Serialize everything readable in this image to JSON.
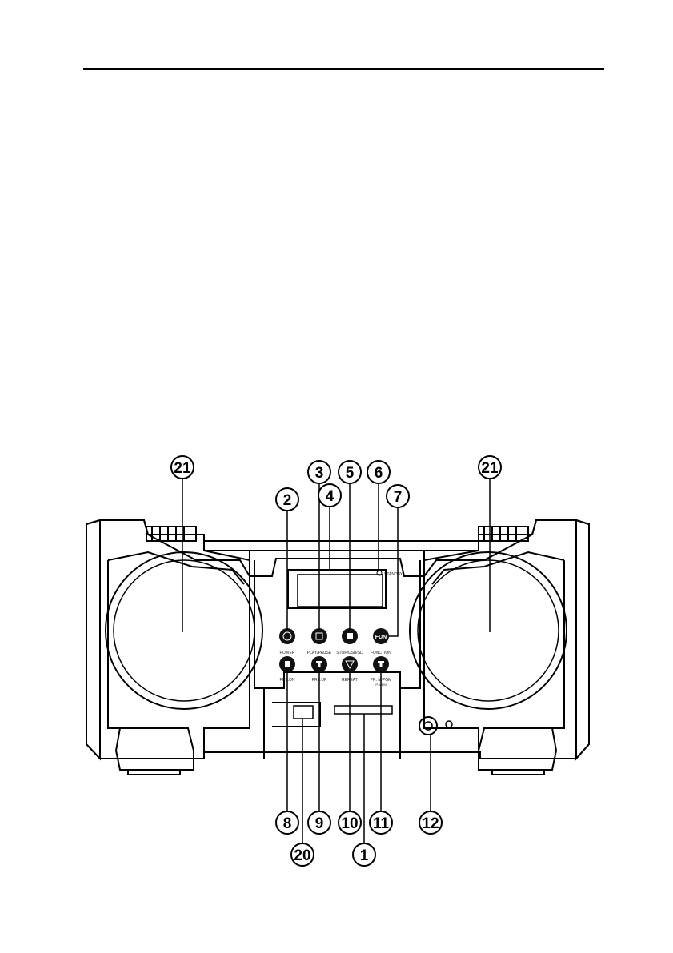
{
  "callouts": {
    "n1": "1",
    "n2": "2",
    "n3": "3",
    "n4": "4",
    "n5": "5",
    "n6": "6",
    "n7": "7",
    "n8": "8",
    "n9": "9",
    "n10": "10",
    "n11": "11",
    "n12": "12",
    "n20": "20",
    "n21a": "21",
    "n21b": "21"
  },
  "labels": {
    "standby": "STANDBY",
    "power": "POWER",
    "play_pause": "PLAY/PAUSE",
    "stop_usb_sd": "STOP/USB/SD",
    "function": "FUNCTION",
    "pre_dn": "PRE.DN",
    "pre_up": "PRE.UP",
    "repeat": "REPEAT",
    "pr_mode": "PR. M/PGM",
    "pr_mode_sub": "P-MEM",
    "fun_button": "FUN"
  },
  "colors": {
    "line": "#000000",
    "button": "#111111",
    "background": "#ffffff"
  }
}
